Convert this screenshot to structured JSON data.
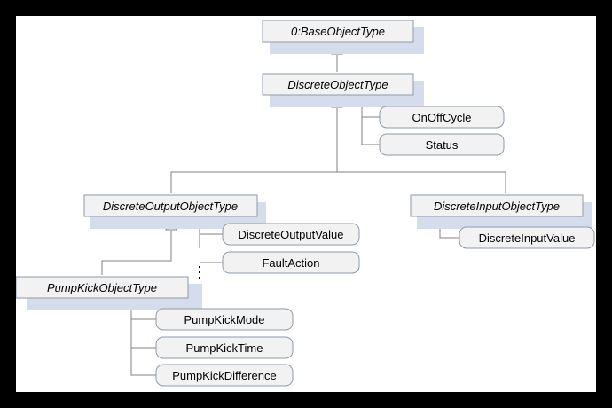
{
  "colors": {
    "background": "#000000",
    "canvas": "#ffffff",
    "shadow": "#d5dded",
    "box_fill": "#f2f2f2",
    "box_stroke": "#8e9aa8",
    "line": "#808080"
  },
  "types": {
    "base": "0:BaseObjectType",
    "discrete": "DiscreteObjectType",
    "discrete_output": "DiscreteOutputObjectType",
    "discrete_input": "DiscreteInputObjectType",
    "pump_kick": "PumpKickObjectType"
  },
  "properties": {
    "on_off_cycle": "OnOffCycle",
    "status": "Status",
    "discrete_output_value": "DiscreteOutputValue",
    "fault_action": "FaultAction",
    "discrete_input_value": "DiscreteInputValue",
    "pump_kick_mode": "PumpKickMode",
    "pump_kick_time": "PumpKickTime",
    "pump_kick_difference": "PumpKickDifference"
  }
}
